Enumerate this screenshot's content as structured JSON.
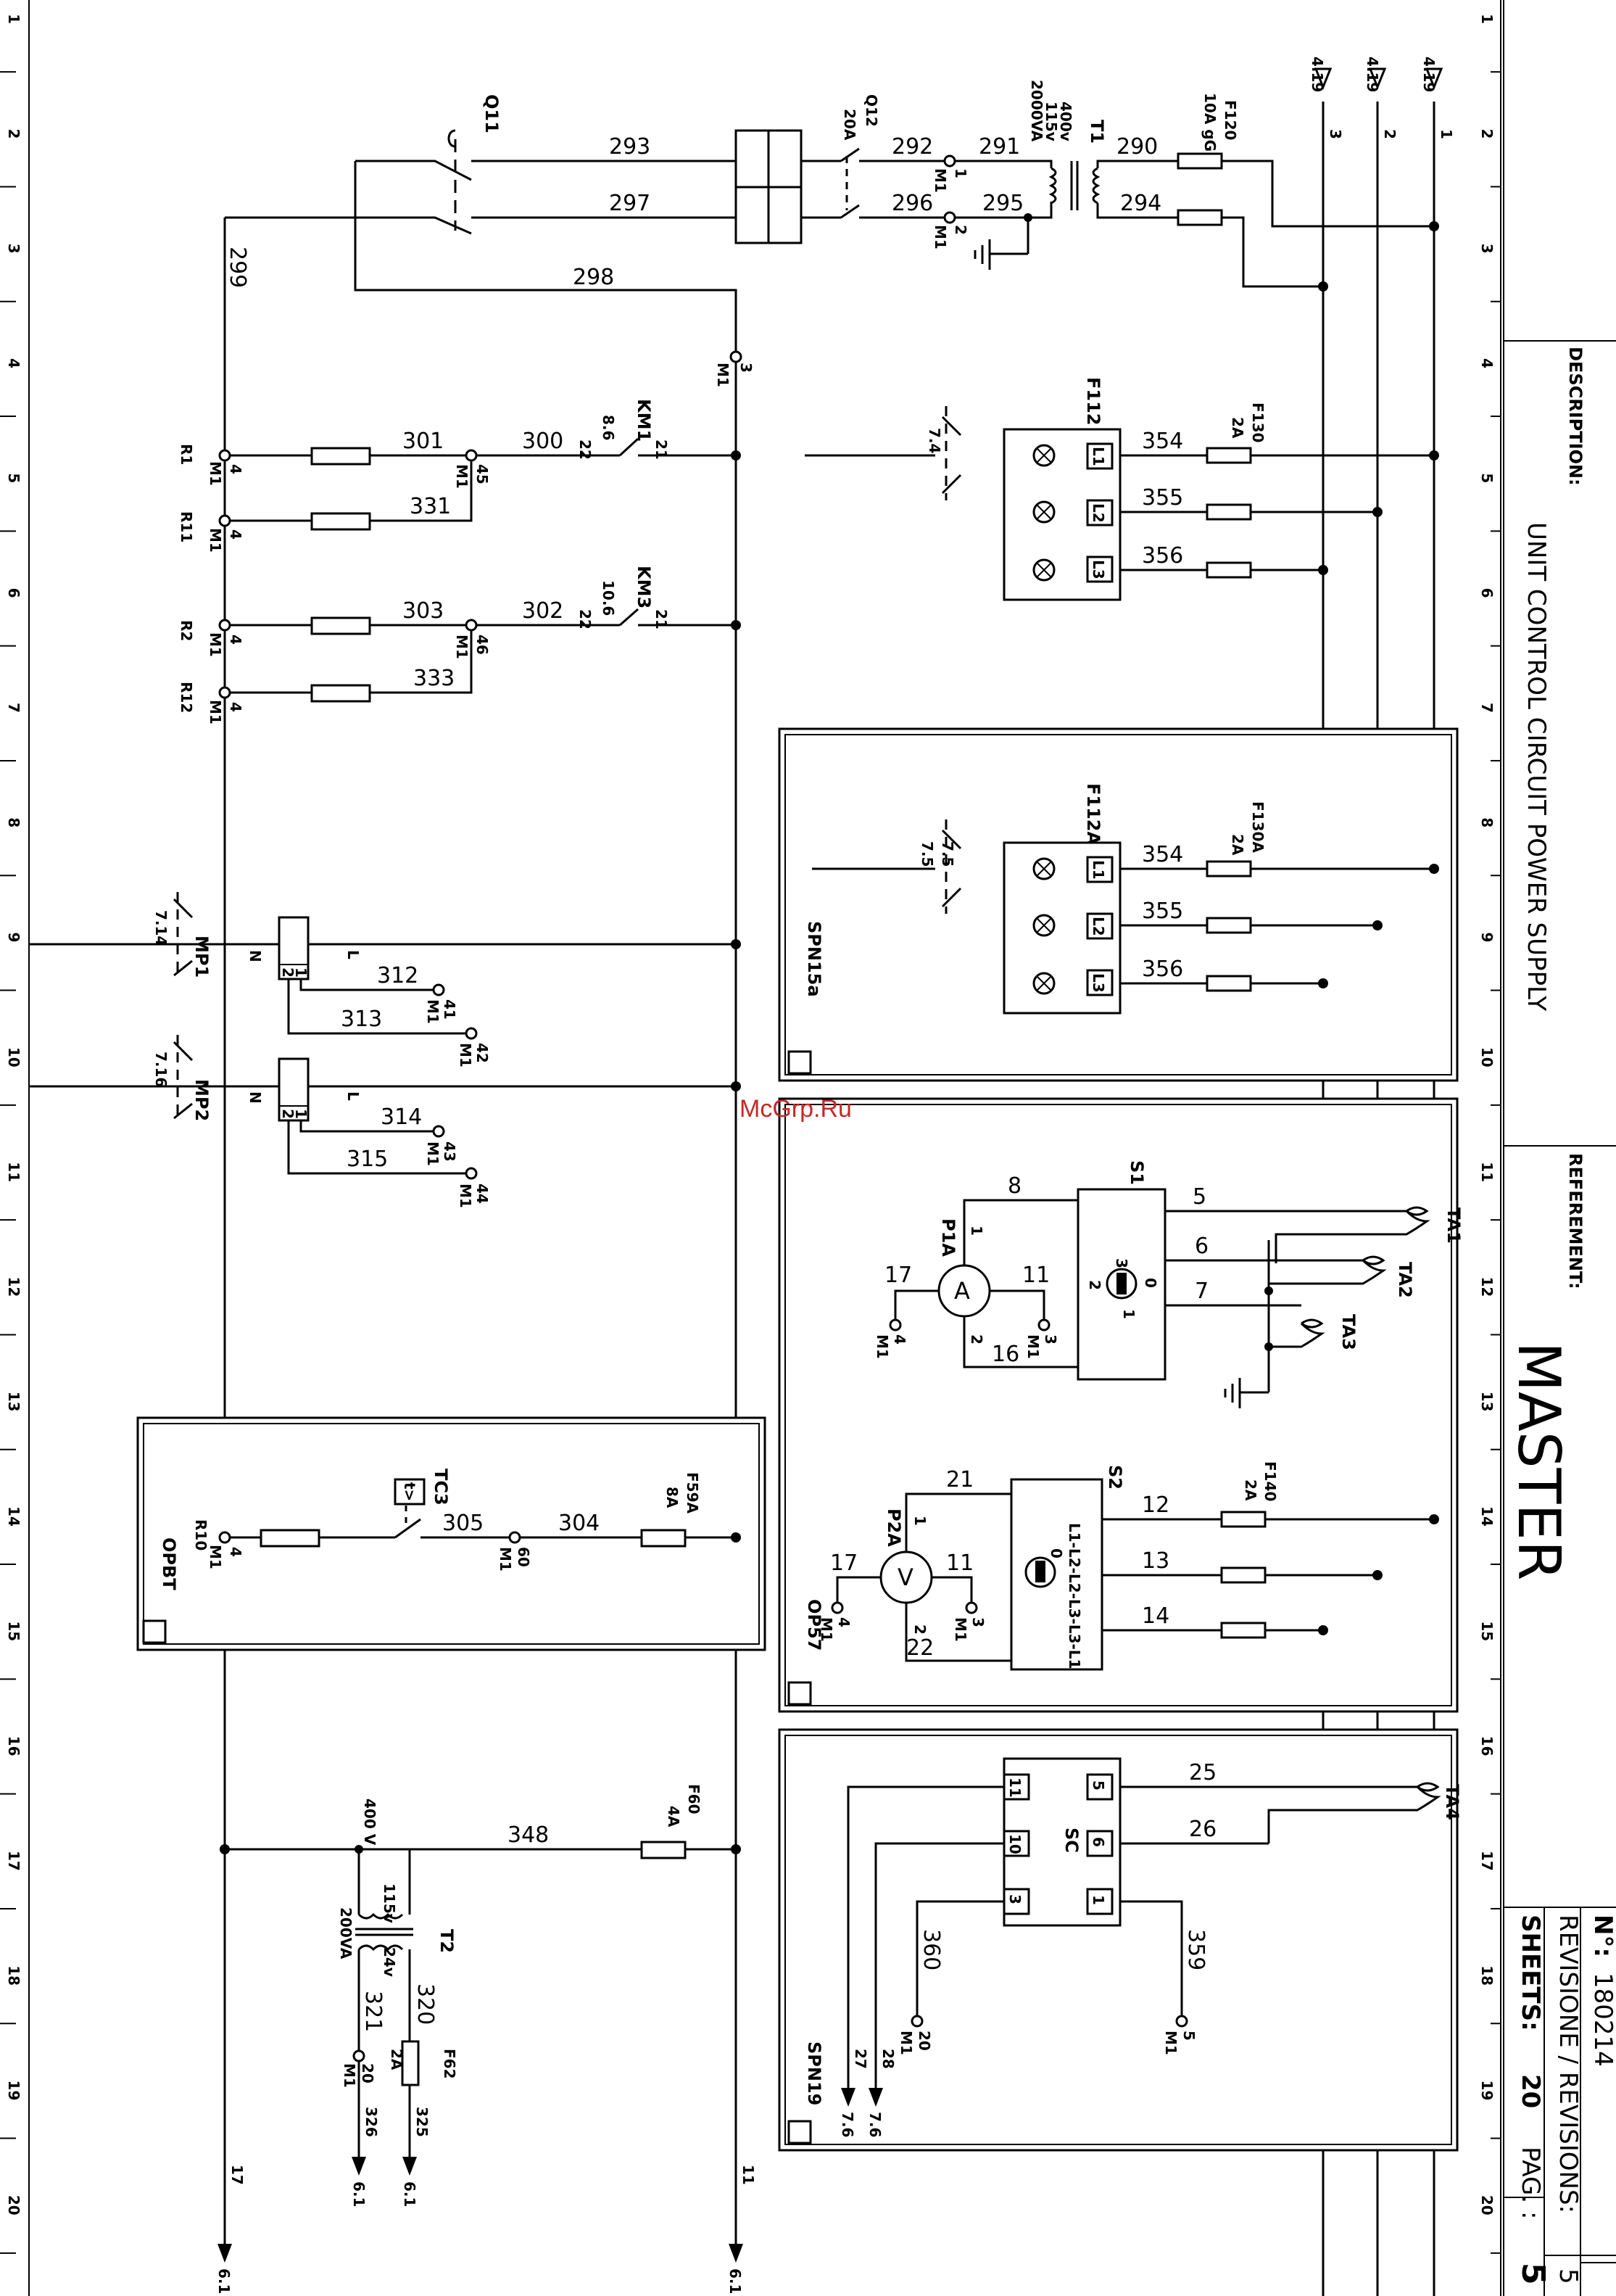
{
  "grid": {
    "columns": [
      "1",
      "2",
      "3",
      "4",
      "5",
      "6",
      "7",
      "8",
      "9",
      "10",
      "11",
      "12",
      "13",
      "14",
      "15",
      "16",
      "17",
      "18",
      "19",
      "20"
    ]
  },
  "title_block": {
    "description_label": "DESCRIPTION:",
    "description": "UNIT CONTROL CIRCUIT POWER SUPPLY",
    "reference_label": "REFEREMENT:",
    "reference": "MASTER",
    "number_label": "N°:",
    "number": "180214",
    "revision_label": "REVISIONE / REVISIONS:",
    "revision": "5",
    "sheets_label": "SHEETS:",
    "sheets": "20",
    "page_label": "PAG. :",
    "page": "5"
  },
  "watermark": "McGrp.Ru",
  "bus_refs": {
    "sheet": "4.19",
    "lines": [
      "3",
      "2",
      "1"
    ]
  },
  "components": {
    "q11": "Q11",
    "q12": {
      "name": "Q12",
      "rating": "20A"
    },
    "t1": {
      "name": "T1",
      "primary": "400v",
      "secondary": "115v",
      "power": "2000VA"
    },
    "f120": {
      "name": "F120",
      "rating": "10A gG"
    },
    "f112": {
      "name": "F112",
      "ref": "7.4"
    },
    "f130": {
      "name": "F130",
      "rating": "2A"
    },
    "f112a": {
      "name": "F112A",
      "ref1": "7.5",
      "ref2": "7.5"
    },
    "f130a": {
      "name": "F130A",
      "rating": "2A"
    },
    "km1": {
      "name": "KM1",
      "ref": "8.6",
      "pin_a": "22",
      "pin_b": "21"
    },
    "km3": {
      "name": "KM3",
      "ref": "10.6",
      "pin_a": "22",
      "pin_b": "21"
    },
    "mp1": {
      "name": "MP1",
      "ref": "7.14"
    },
    "mp2": {
      "name": "MP2",
      "ref": "7.16"
    },
    "tc3": {
      "name": "TC3",
      "symbol": "t>"
    },
    "f59a": {
      "name": "F59A",
      "rating": "8A"
    },
    "f60": {
      "name": "F60",
      "rating": "4A"
    },
    "t2": {
      "name": "T2",
      "primary": "400 V",
      "secondary_a": "115v",
      "secondary_b": "24v",
      "power": "200VA"
    },
    "f62": {
      "name": "F62",
      "rating": "2A"
    },
    "s1": "S1",
    "p1a": {
      "name": "P1A",
      "symbol": "A"
    },
    "s2": {
      "name": "S2",
      "positions": "L1-L2-L2-L3-L3-L1"
    },
    "f140": {
      "name": "F140",
      "rating": "2A"
    },
    "p2a": {
      "name": "P2A",
      "symbol": "V"
    },
    "sc": "SC",
    "ta1": "TA1",
    "ta2": "TA2",
    "ta3": "TA3",
    "ta4": "TA4"
  },
  "resistors": [
    "R1",
    "R11",
    "R2",
    "R12",
    "R10"
  ],
  "terminal_block": "M1",
  "enclosures": [
    "SPN15a",
    "OP57",
    "SPN19",
    "OPBT"
  ],
  "phase_labels": [
    "L1",
    "L2",
    "L3"
  ],
  "wires": {
    "w293": "293",
    "w297": "297",
    "w298": "298",
    "w299": "299",
    "w292": "292",
    "w291": "291",
    "w290": "290",
    "w296": "296",
    "w295": "295",
    "w294": "294",
    "w301": "301",
    "w300": "300",
    "w331": "331",
    "w303": "303",
    "w302": "302",
    "w333": "333",
    "w312": "312",
    "w313": "313",
    "w314": "314",
    "w315": "315",
    "w354": "354",
    "w355": "355",
    "w356": "356",
    "w305": "305",
    "w304": "304",
    "w348": "348",
    "w320": "320",
    "w321": "321",
    "w325": "325",
    "w326": "326",
    "w8": "8",
    "w5": "5",
    "w6": "6",
    "w7": "7",
    "w17": "17",
    "w11": "11",
    "w16": "16",
    "w21": "21",
    "w12": "12",
    "w13": "13",
    "w14": "14",
    "w22": "22",
    "w25": "25",
    "w26": "26",
    "w360": "360",
    "w359": "359",
    "w27": "27",
    "w28": "28"
  },
  "terminals": {
    "t1": "1",
    "t2": "2",
    "t3": "3",
    "t4": "4",
    "t5": "5",
    "t11": "11",
    "t17": "17",
    "t20": "20",
    "t41": "41",
    "t42": "42",
    "t43": "43",
    "t44": "44",
    "t45": "45",
    "t46": "46",
    "t60": "60"
  },
  "pin_labels": {
    "n": "N",
    "l": "L",
    "p1": "1",
    "p2": "2",
    "p3": "3",
    "p0": "0",
    "p5": "5",
    "p6": "6",
    "p10": "10",
    "p11": "11"
  },
  "cross_refs": {
    "r61": "6.1",
    "r76": "7.6"
  },
  "colors": {
    "ink": "#000000",
    "paper": "#ffffff",
    "watermark": "#c62828"
  }
}
